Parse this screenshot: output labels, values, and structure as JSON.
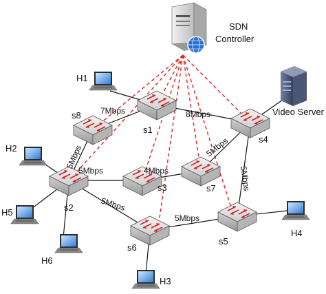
{
  "controller": {
    "label_line1": "SDN",
    "label_line2": "Controller",
    "icon": "server-globe-icon"
  },
  "video_server": {
    "label": "Video Server",
    "icon": "server-rack-icon"
  },
  "switches": {
    "s1": "s1",
    "s2": "s2",
    "s3": "s3",
    "s4": "s4",
    "s5": "s5",
    "s6": "s6",
    "s7": "s7",
    "s8": "s8"
  },
  "hosts": {
    "H1": "H1",
    "H2": "H2",
    "H3": "H3",
    "H4": "H4",
    "H5": "H5",
    "H6": "H6"
  },
  "links": {
    "s8_s1": "7Mbps",
    "s1_s4": "8Mbps",
    "s8_s2": "5Mbps",
    "s2_s3": "5Mbps",
    "s3_label": "4Mbps",
    "s4_s7": "5Mbps",
    "s4_s5": "5Mbps",
    "s2_s6": "5Mbps",
    "s6_s5": "5Mbps"
  },
  "colors": {
    "control_link": "#e02020",
    "data_link": "#111111",
    "switch_top": "#e6e6e6",
    "arrow": "#d02020"
  }
}
